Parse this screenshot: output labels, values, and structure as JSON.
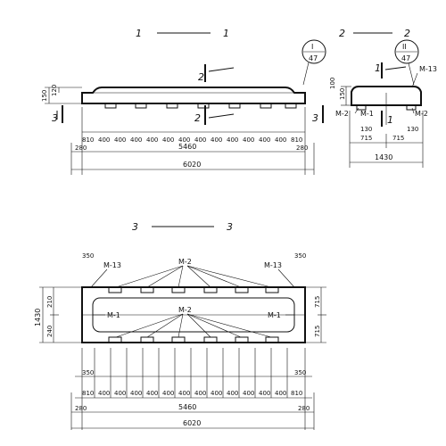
{
  "sections": {
    "s11": {
      "left": "1",
      "right": "1"
    },
    "s22": {
      "left": "2",
      "right": "2"
    },
    "s33": {
      "left": "3",
      "right": "3"
    }
  },
  "callouts": {
    "c1": {
      "top": "I",
      "bottom": "47"
    },
    "c2": {
      "top": "II",
      "bottom": "47"
    }
  },
  "markers": {
    "two": "2",
    "one": "1",
    "three": "3"
  },
  "labels": {
    "m1": "M-1",
    "m2": "M-2",
    "m13": "M-13"
  },
  "dims": {
    "h150": "150",
    "h120": "120",
    "h100": "100",
    "d130": "130",
    "d715": "715",
    "d1430": "1430",
    "d5460": "5460",
    "d6020": "6020",
    "d280": "280",
    "d810": "810",
    "d400": "400",
    "d350": "350",
    "d210": "210",
    "d240": "240"
  }
}
